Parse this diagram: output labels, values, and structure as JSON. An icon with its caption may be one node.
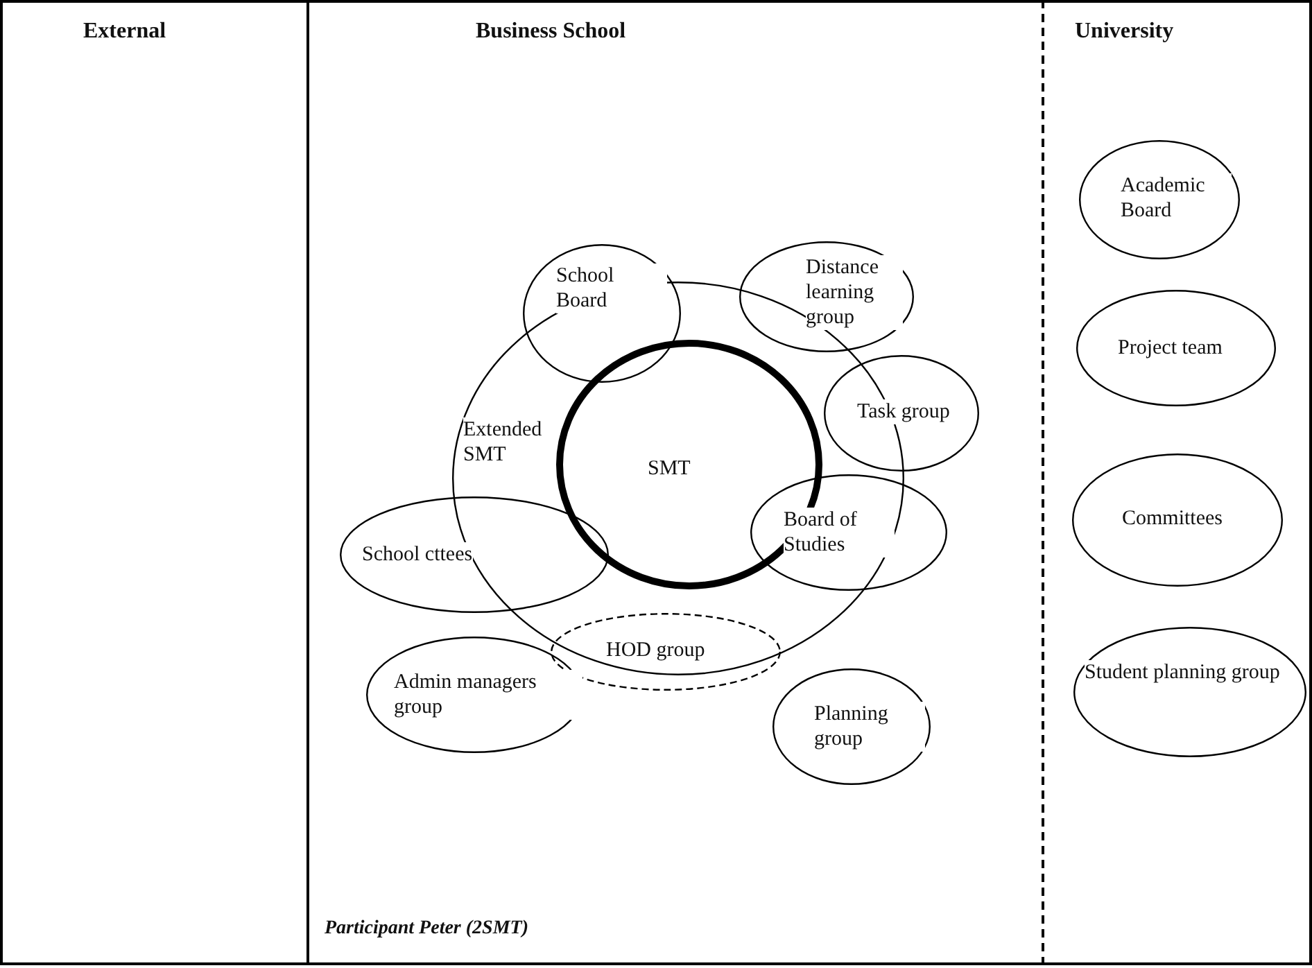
{
  "diagram": {
    "nodes": [
      {
        "text": [
          "External"
        ]
      },
      {
        "text": [
          "Business School"
        ]
      },
      {
        "text": [
          "School Board"
        ],
        "in": 1
      },
      {
        "text": [
          "Distance learning group"
        ],
        "in": 1
      },
      {
        "text": [
          "Extended SMT"
        ],
        "in": 1
      },
      {
        "text": [
          "SMT"
        ],
        "in": 4
      },
      {
        "text": [
          "Task group"
        ],
        "in": 1
      },
      {
        "text": [
          "School cttees"
        ],
        "in": 1
      },
      {
        "text": [
          "Board of Studies"
        ],
        "in": 1
      },
      {
        "text": [
          "HOD group"
        ],
        "in": 1
      },
      {
        "text": [
          "Admin managers group"
        ],
        "in": 1
      },
      {
        "text": [
          "Planning group"
        ],
        "in": 1
      },
      {
        "text": [
          "University"
        ]
      },
      {
        "text": [
          "Academic Board"
        ],
        "in": 12
      },
      {
        "text": [
          "Project team"
        ],
        "in": 12
      },
      {
        "text": [
          "Committees"
        ],
        "in": 12
      },
      {
        "text": [
          "Student planning group"
        ],
        "in": 12
      }
    ],
    "labels": [
      "Participant Peter (2SMT)"
    ]
  }
}
